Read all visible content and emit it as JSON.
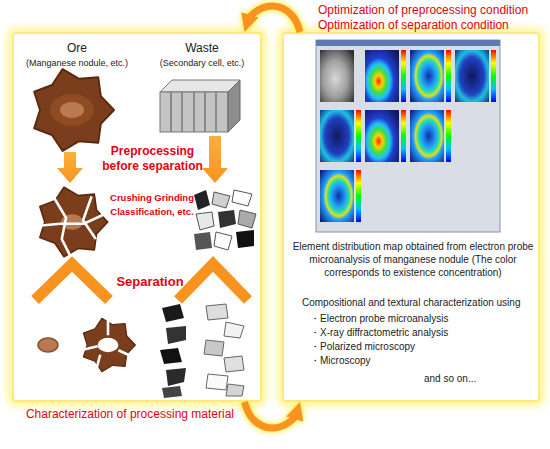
{
  "diagram": {
    "nodes": [
      {
        "text": [
          "Ore",
          "(Manganese nodule, etc.)",
          "Waste",
          "(Secondary cell, etc.)",
          "Preprocessing before separation",
          "Crushing Grinding Classification, etc.",
          "Separation"
        ]
      },
      {
        "text": [
          "Element distribution map obtained from electron probe microanalysis of manganese nodule (The color corresponds to existence concentration)",
          "Compositional and textural characterization using",
          "・Electron probe microanalysis",
          "・X-ray diffractometric analysis",
          "・Polarized microscopy",
          "・Microscopy",
          "and so on..."
        ]
      }
    ],
    "edges": [
      {
        "from": 1,
        "to": 0,
        "arrow": "to",
        "label": "Optimization of preprocessing condition Optimization of separation condition"
      },
      {
        "from": 0,
        "to": 1,
        "arrow": "to",
        "label": "Characterization of processing material"
      }
    ]
  }
}
